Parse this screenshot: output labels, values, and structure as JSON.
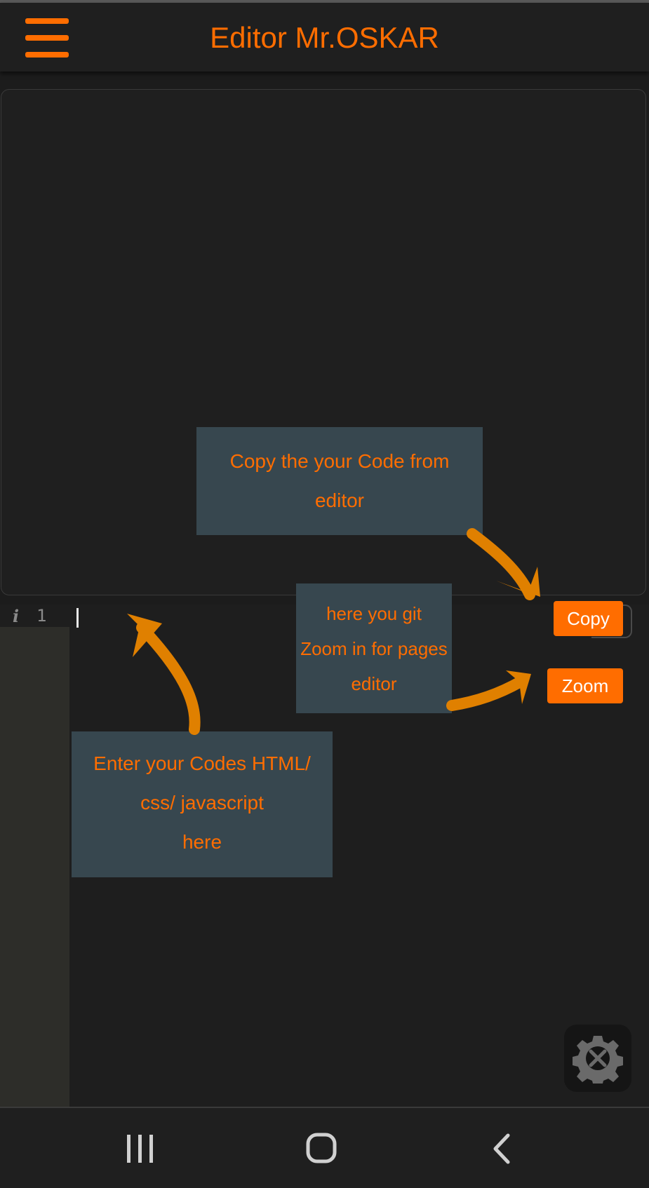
{
  "app_bar": {
    "title": "Editor Mr.OSKAR",
    "menu_icon": "hamburger-menu-icon"
  },
  "editor": {
    "line_number": "1",
    "info_icon": "info-icon"
  },
  "buttons": {
    "copy_label": "Copy",
    "zoom_label": "Zoom"
  },
  "tips": {
    "copy": [
      "Copy the your Code from",
      "editor"
    ],
    "zoom": [
      "here you git",
      "Zoom in for pages",
      "editor"
    ],
    "codes": [
      "Enter your Codes HTML/",
      "css/ javascript",
      "here"
    ]
  },
  "fab": {
    "icon": "settings-tools-icon"
  },
  "nav_bar": {
    "recents_icon": "recents-icon",
    "home_icon": "home-icon",
    "back_icon": "back-icon"
  },
  "colors": {
    "accent": "#ff6d00",
    "tip_background": "#37474f",
    "arrow": "#e08000",
    "background": "#1c1c1c"
  }
}
